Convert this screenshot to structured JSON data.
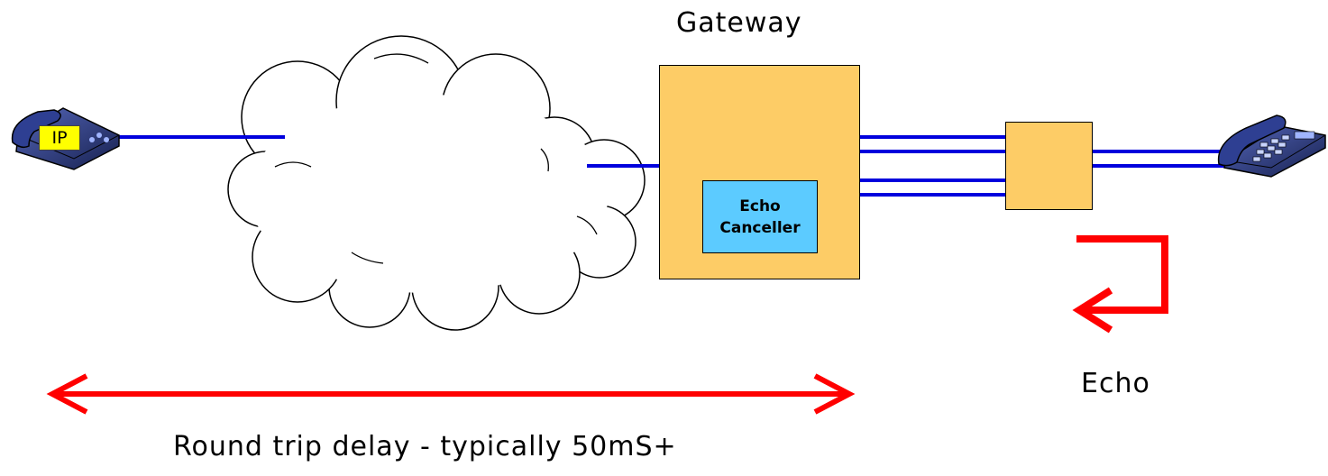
{
  "labels": {
    "gateway": "Gateway",
    "echo_canceller_line1": "Echo",
    "echo_canceller_line2": "Canceller",
    "echo": "Echo",
    "round_trip": "Round trip delay - typically 50mS+",
    "ip_phone_badge": "IP"
  },
  "colors": {
    "line": "#0000dd",
    "arrow": "#ff0000",
    "gateway_fill": "#fdcc66",
    "canceller_fill": "#5ccbff",
    "phone_body": "#23337e",
    "ip_badge": "#ffff00"
  },
  "icons": {
    "ip_phone": "ip-phone-icon",
    "pstn_phone": "desk-phone-icon",
    "network": "cloud-icon"
  }
}
